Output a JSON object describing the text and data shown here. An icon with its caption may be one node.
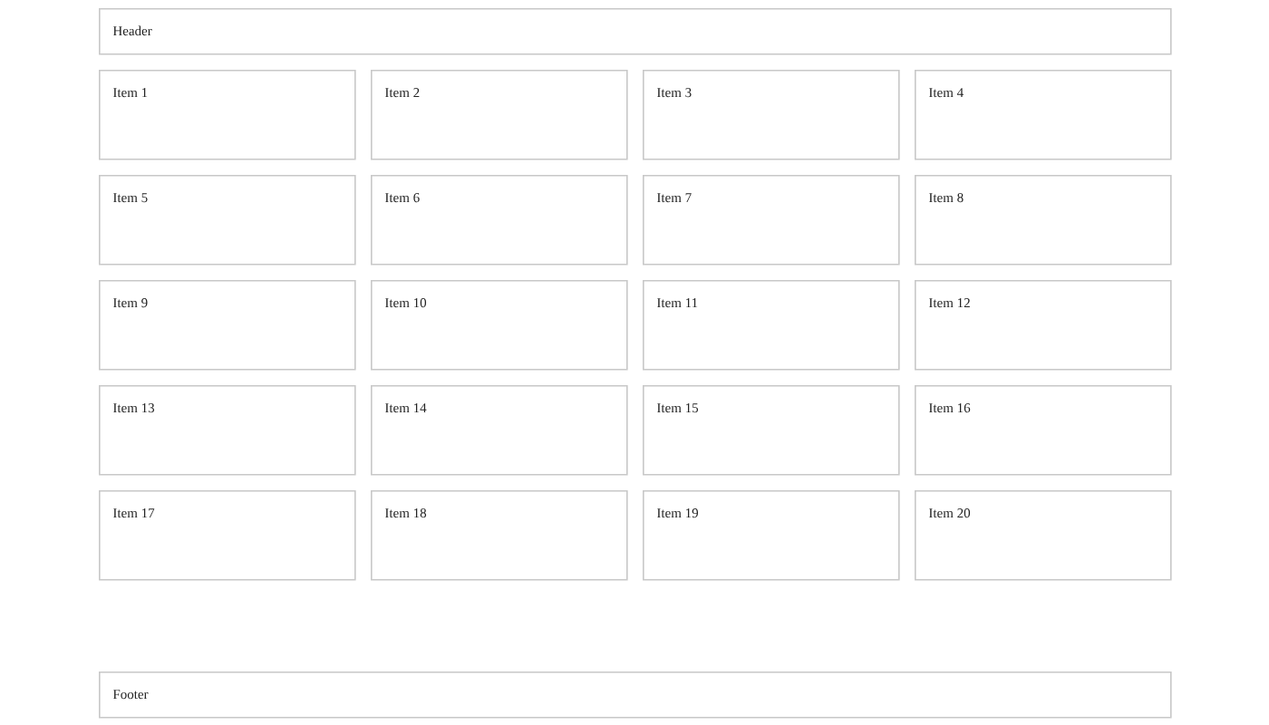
{
  "diagram": {
    "nodes": [
      {
        "text": [
          "Header"
        ]
      },
      {
        "text": [
          "Item 1"
        ]
      },
      {
        "text": [
          "Item 2"
        ]
      },
      {
        "text": [
          "Item 3"
        ]
      },
      {
        "text": [
          "Item 4"
        ]
      },
      {
        "text": [
          "Item 5"
        ]
      },
      {
        "text": [
          "Item 6"
        ]
      },
      {
        "text": [
          "Item 7"
        ]
      },
      {
        "text": [
          "Item 8"
        ]
      },
      {
        "text": [
          "Item 9"
        ]
      },
      {
        "text": [
          "Item 10"
        ]
      },
      {
        "text": [
          "Item 11"
        ]
      },
      {
        "text": [
          "Item 12"
        ]
      },
      {
        "text": [
          "Item 13"
        ]
      },
      {
        "text": [
          "Item 14"
        ]
      },
      {
        "text": [
          "Item 15"
        ]
      },
      {
        "text": [
          "Item 16"
        ]
      },
      {
        "text": [
          "Item 17"
        ]
      },
      {
        "text": [
          "Item 18"
        ]
      },
      {
        "text": [
          "Item 19"
        ]
      },
      {
        "text": [
          "Item 20"
        ]
      },
      {
        "text": [
          "Footer"
        ]
      }
    ]
  }
}
